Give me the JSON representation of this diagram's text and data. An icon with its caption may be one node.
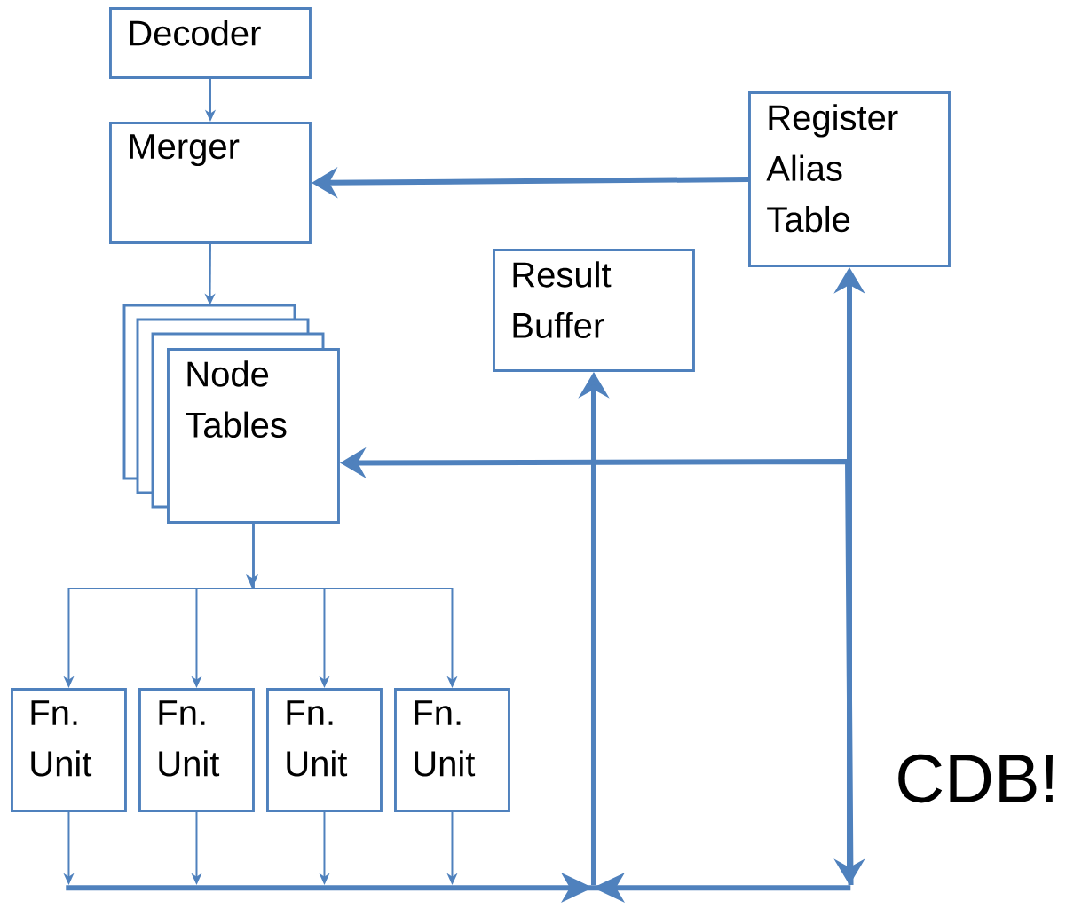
{
  "diagram": {
    "nodes": [
      {
        "text": [
          "Decoder"
        ]
      },
      {
        "text": [
          "Merger"
        ]
      },
      {
        "text": [
          "Register Alias Table"
        ]
      },
      {
        "text": [
          "Result Buffer"
        ]
      },
      {
        "text": [
          "Node Tables"
        ]
      },
      {
        "text": [
          "Fn. Unit"
        ]
      },
      {
        "text": [
          "Fn. Unit"
        ]
      },
      {
        "text": [
          "Fn. Unit"
        ]
      },
      {
        "text": [
          "Fn. Unit"
        ]
      },
      {
        "text": [],
        "shape": "bar"
      }
    ],
    "edges": [
      {
        "from": 0,
        "to": 1,
        "arrow": "to"
      },
      {
        "from": 2,
        "to": 1,
        "arrow": "to",
        "style": "thick"
      },
      {
        "from": 1,
        "to": 4,
        "arrow": "to"
      },
      {
        "from": 4,
        "to": 5,
        "arrow": "to"
      },
      {
        "from": 4,
        "to": 6,
        "arrow": "to"
      },
      {
        "from": 4,
        "to": 7,
        "arrow": "to"
      },
      {
        "from": 4,
        "to": 8,
        "arrow": "to"
      },
      {
        "from": 5,
        "to": 9,
        "arrow": "to"
      },
      {
        "from": 6,
        "to": 9,
        "arrow": "to"
      },
      {
        "from": 7,
        "to": 9,
        "arrow": "to"
      },
      {
        "from": 8,
        "to": 9,
        "arrow": "to"
      },
      {
        "from": 9,
        "to": 3,
        "arrow": "to",
        "style": "thick"
      },
      {
        "from": 9,
        "to": 2,
        "arrow": "both",
        "style": "thick"
      },
      {
        "from": 9,
        "to": 4,
        "arrow": "to",
        "style": "thick"
      }
    ],
    "labels": [
      "CDB!"
    ]
  }
}
